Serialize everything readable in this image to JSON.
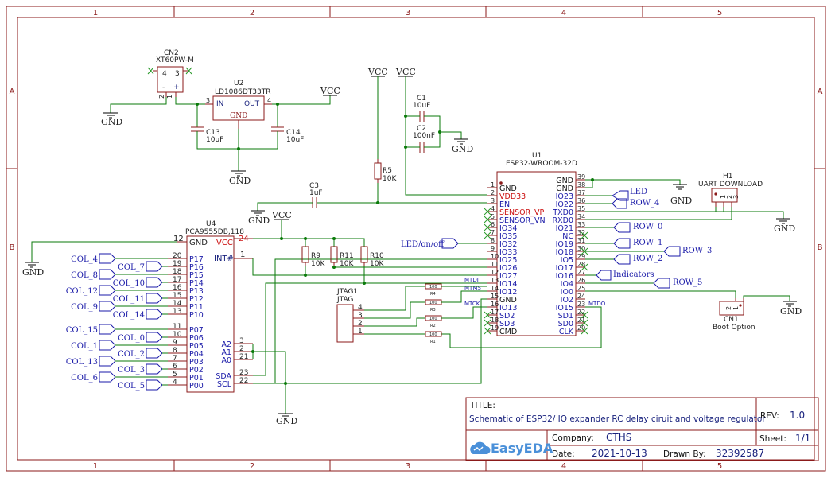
{
  "frame": {
    "columns": [
      "1",
      "2",
      "3",
      "4",
      "5"
    ],
    "rows": [
      "A",
      "B"
    ]
  },
  "title_block": {
    "title_label": "TITLE:",
    "title": "Schematic of ESP32/ IO expander RC delay ciruit and voltage regulator",
    "rev_label": "REV:",
    "rev": "1.0",
    "company_label": "Company:",
    "company": "CTHS",
    "sheet_label": "Sheet:",
    "sheet": "1/1",
    "date_label": "Date:",
    "date": "2021-10-13",
    "drawn_label": "Drawn By:",
    "drawn_by": "32392587",
    "logo": "EasyEDA"
  },
  "power": {
    "gnd": "GND",
    "vcc": "VCC"
  },
  "cn2": {
    "ref": "CN2",
    "part": "XT60PW-M",
    "p4": "4",
    "p3": "3",
    "p2": "2",
    "p1": "1",
    "minus": "-",
    "plus": "+"
  },
  "u2": {
    "ref": "U2",
    "part": "LD1086DT33TR",
    "in": "IN",
    "out": "OUT",
    "gnd": "GND",
    "p3": "3",
    "p4": "4",
    "p1": "1"
  },
  "c13": {
    "ref": "C13",
    "val": "10uF"
  },
  "c14": {
    "ref": "C14",
    "val": "10uF"
  },
  "c1": {
    "ref": "C1",
    "val": "10uF"
  },
  "c2": {
    "ref": "C2",
    "val": "100nF"
  },
  "c3": {
    "ref": "C3",
    "val": "1uF"
  },
  "r5": {
    "ref": "R5",
    "val": "10K"
  },
  "r9": {
    "ref": "R9",
    "val": "10K"
  },
  "r10": {
    "ref": "R10",
    "val": "10K"
  },
  "r11": {
    "ref": "R11",
    "val": "10K"
  },
  "u1": {
    "ref": "U1",
    "part": "ESP32-WROOM-32D",
    "left_pins": [
      {
        "num": "1",
        "name": "GND"
      },
      {
        "num": "2",
        "name": "VDD33"
      },
      {
        "num": "3",
        "name": "EN"
      },
      {
        "num": "4",
        "name": "SENSOR_VP"
      },
      {
        "num": "5",
        "name": "SENSOR_VN"
      },
      {
        "num": "6",
        "name": "IO34"
      },
      {
        "num": "7",
        "name": "IO35"
      },
      {
        "num": "8",
        "name": "IO32"
      },
      {
        "num": "9",
        "name": "IO33"
      },
      {
        "num": "10",
        "name": "IO25"
      },
      {
        "num": "11",
        "name": "IO26"
      },
      {
        "num": "12",
        "name": "IO27"
      },
      {
        "num": "13",
        "name": "IO14"
      },
      {
        "num": "14",
        "name": "IO12"
      },
      {
        "num": "15",
        "name": "GND"
      },
      {
        "num": "16",
        "name": "IO13"
      },
      {
        "num": "17",
        "name": "SD2"
      },
      {
        "num": "18",
        "name": "SD3"
      },
      {
        "num": "19",
        "name": "CMD"
      }
    ],
    "right_pins": [
      {
        "num": "39",
        "name": "GND"
      },
      {
        "num": "38",
        "name": "GND"
      },
      {
        "num": "37",
        "name": "IO23"
      },
      {
        "num": "36",
        "name": "IO22"
      },
      {
        "num": "35",
        "name": "TXD0"
      },
      {
        "num": "34",
        "name": "RXD0"
      },
      {
        "num": "33",
        "name": "IO21"
      },
      {
        "num": "32",
        "name": "NC"
      },
      {
        "num": "31",
        "name": "IO19"
      },
      {
        "num": "30",
        "name": "IO18"
      },
      {
        "num": "29",
        "name": "IO5"
      },
      {
        "num": "28",
        "name": "IO17"
      },
      {
        "num": "27",
        "name": "IO16"
      },
      {
        "num": "26",
        "name": "IO4"
      },
      {
        "num": "25",
        "name": "IO0"
      },
      {
        "num": "24",
        "name": "IO2"
      },
      {
        "num": "23",
        "name": "IO15"
      },
      {
        "num": "22",
        "name": "SD1"
      },
      {
        "num": "21",
        "name": "SD0"
      },
      {
        "num": "20",
        "name": "CLK"
      }
    ]
  },
  "u4": {
    "ref": "U4",
    "part": "PCA9555DB,118",
    "gnd_pin": "12",
    "gnd": "GND",
    "vcc_pin": "24",
    "vcc": "VCC",
    "int_pin": "1",
    "int": "INT#",
    "left_pins": [
      {
        "num": "20",
        "name": "P17"
      },
      {
        "num": "19",
        "name": "P16"
      },
      {
        "num": "18",
        "name": "P15"
      },
      {
        "num": "17",
        "name": "P14"
      },
      {
        "num": "16",
        "name": "P13"
      },
      {
        "num": "15",
        "name": "P12"
      },
      {
        "num": "14",
        "name": "P11"
      },
      {
        "num": "13",
        "name": "P10"
      },
      {
        "num": "11",
        "name": "P07"
      },
      {
        "num": "10",
        "name": "P06"
      },
      {
        "num": "9",
        "name": "P05"
      },
      {
        "num": "8",
        "name": "P04"
      },
      {
        "num": "7",
        "name": "P03"
      },
      {
        "num": "6",
        "name": "P02"
      },
      {
        "num": "5",
        "name": "P01"
      },
      {
        "num": "4",
        "name": "P00"
      }
    ],
    "right_pins": [
      {
        "num": "3",
        "name": "A2"
      },
      {
        "num": "2",
        "name": "A1"
      },
      {
        "num": "21",
        "name": "A0"
      },
      {
        "num": "23",
        "name": "SDA"
      },
      {
        "num": "22",
        "name": "SCL"
      }
    ]
  },
  "col_ports": [
    "COL_4",
    "COL_7",
    "COL_8",
    "COL_10",
    "COL_12",
    "COL_11",
    "COL_9",
    "COL_14",
    "COL_15",
    "COL_0",
    "COL_1",
    "COL_2",
    "COL_13",
    "COL_3",
    "COL_6",
    "COL_5"
  ],
  "jtag": {
    "ref": "JTAG1",
    "part": "JTAG",
    "pins": [
      "4",
      "3",
      "2",
      "1"
    ]
  },
  "jtag_res": {
    "vals": [
      "100",
      "100",
      "100",
      "100"
    ],
    "refs": [
      "R4",
      "R3",
      "R2",
      "R1"
    ],
    "nets": [
      "MTDI",
      "MTMS",
      "MTCK",
      "MTDO"
    ]
  },
  "nets_right": {
    "led": "LED",
    "row4": "ROW_4",
    "row0": "ROW_0",
    "row1": "ROW_1",
    "row3": "ROW_3",
    "row2": "ROW_2",
    "indicators": "Indicators",
    "row5": "ROW_5",
    "led_onoff": "LED/on/off"
  },
  "h1": {
    "ref": "H1",
    "part": "UART DOWNLOAD",
    "pins": [
      "1",
      "2",
      "3"
    ]
  },
  "cn1": {
    "ref": "CN1",
    "part": "Boot Option",
    "p2": "2",
    "p1": "1"
  }
}
